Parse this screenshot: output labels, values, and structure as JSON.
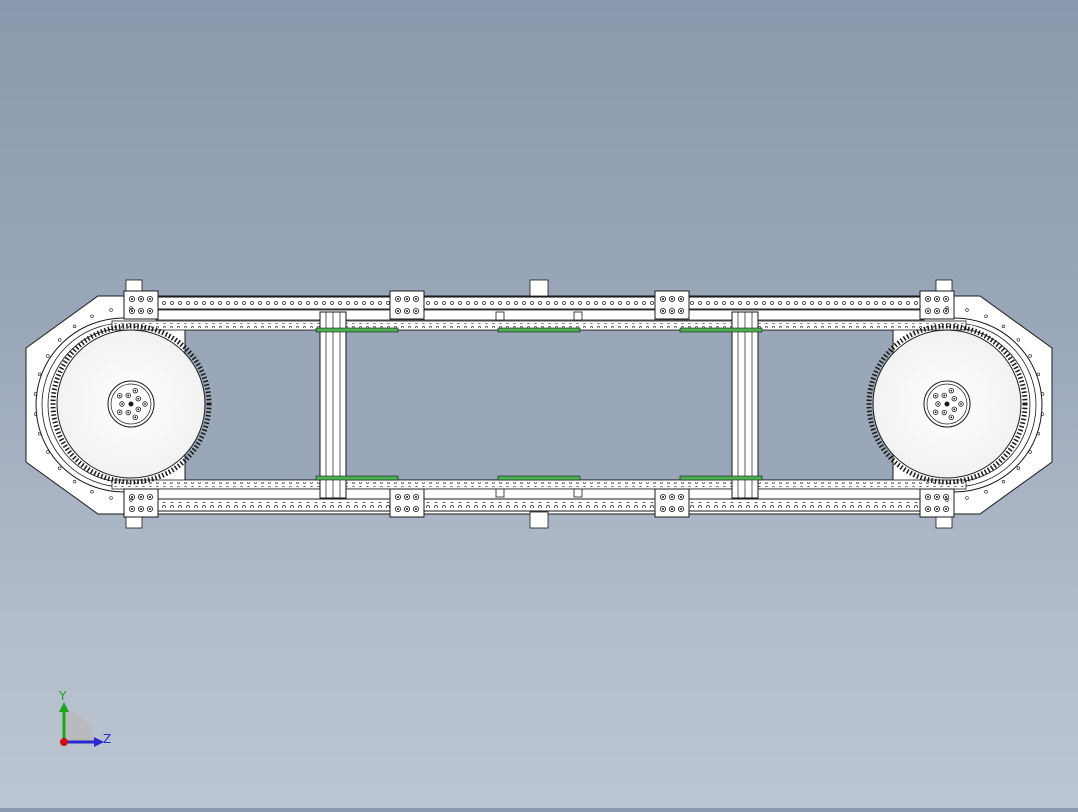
{
  "scene": {
    "model": "chain-conveyor-assembly",
    "view": "front-orthographic",
    "background_top": "#8a99ad",
    "background_bottom": "#bcc6d2",
    "line_color": "#1a1a1a",
    "part_fill": "#ffffff",
    "guide_strip_color": "#4caf50"
  },
  "triad": {
    "y_label": "Y",
    "z_label": "Z",
    "y_color": "#1aa51a",
    "z_color": "#2a2ad0",
    "origin_color": "#d01010"
  }
}
